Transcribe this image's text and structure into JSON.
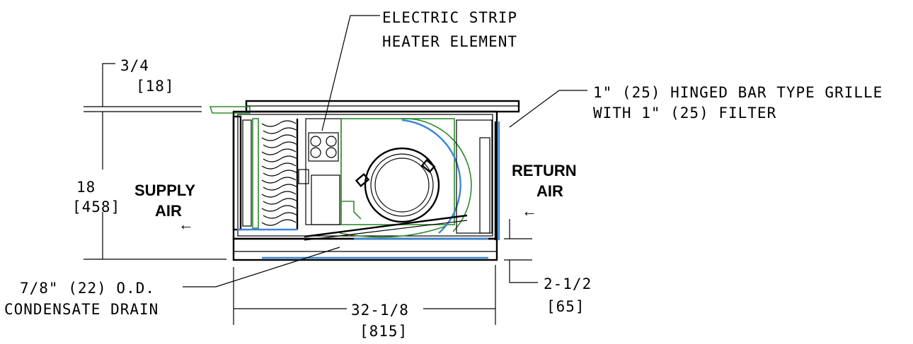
{
  "labels": {
    "heater_line1": "ELECTRIC STRIP",
    "heater_line2": "HEATER ELEMENT",
    "grille_line1": "1\"  (25) HINGED BAR TYPE GRILLE",
    "grille_line2": "WITH 1\"  (25) FILTER",
    "return_line1": "RETURN",
    "return_line2": "AIR",
    "supply_line1": "SUPPLY",
    "supply_line2": "AIR",
    "drain_line1": "7/8\"  (22) O.D.",
    "drain_line2": "CONDENSATE DRAIN"
  },
  "dimensions": {
    "top_gap_in": "3/4",
    "top_gap_mm": "[18]",
    "height_in": "18",
    "height_mm": "[458]",
    "bottom_gap_in": "2-1/2",
    "bottom_gap_mm": "[65]",
    "width_in": "32-1/8",
    "width_mm": "[815]"
  },
  "arrows": {
    "supply": "←",
    "return": "←"
  },
  "colors": {
    "line": "#000000",
    "coil_outline": "#2e8b2e",
    "filter_panel": "#3a86d8"
  }
}
